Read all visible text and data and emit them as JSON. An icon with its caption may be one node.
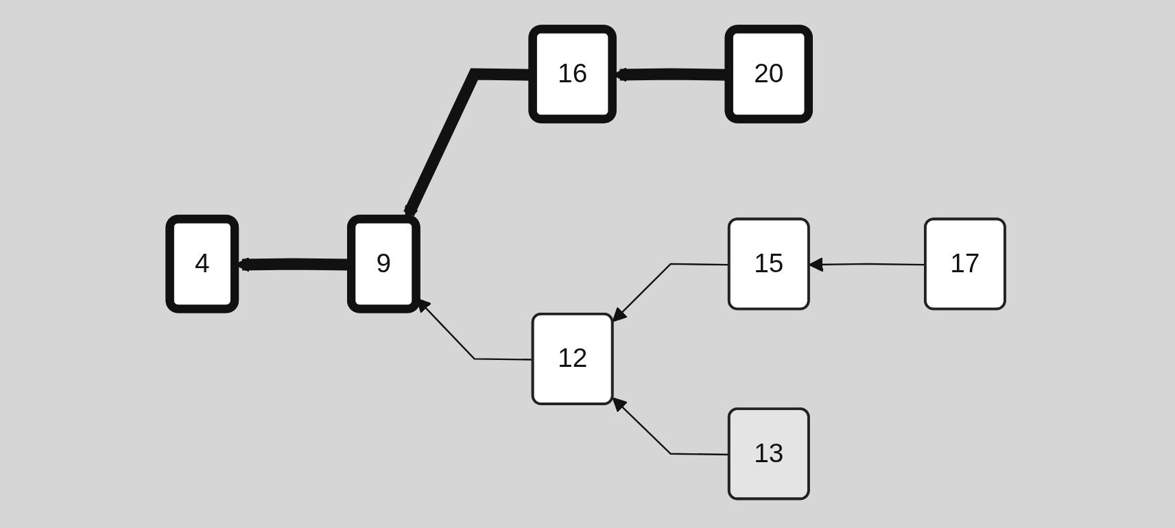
{
  "diagram": {
    "nodes": [
      {
        "text": [
          "16"
        ]
      },
      {
        "text": [
          "20"
        ]
      },
      {
        "text": [
          "4"
        ]
      },
      {
        "text": [
          "9"
        ]
      },
      {
        "text": [
          "12"
        ]
      },
      {
        "text": [
          "15"
        ]
      },
      {
        "text": [
          "17"
        ]
      },
      {
        "text": [
          "13"
        ]
      }
    ],
    "edges": [
      {
        "from": 1,
        "to": 0,
        "arrow": "to",
        "style": "thick"
      },
      {
        "from": 0,
        "to": 3,
        "arrow": "to",
        "style": "thick"
      },
      {
        "from": 4,
        "to": 3,
        "arrow": "to"
      },
      {
        "from": 3,
        "to": 2,
        "arrow": "to",
        "style": "thick"
      },
      {
        "from": 5,
        "to": 4,
        "arrow": "to"
      },
      {
        "from": 7,
        "to": 4,
        "arrow": "to"
      },
      {
        "from": 6,
        "to": 5,
        "arrow": "to"
      }
    ]
  }
}
